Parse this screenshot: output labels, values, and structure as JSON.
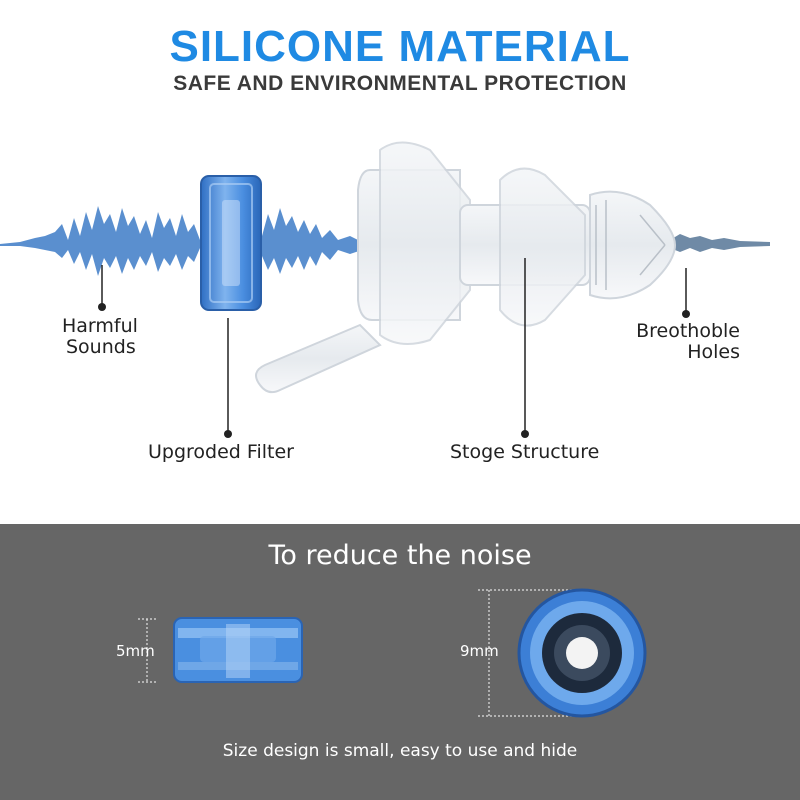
{
  "header": {
    "title": "SILICONE MATERIAL",
    "subtitle": "SAFE AND ENVIRONMENTAL PROTECTION"
  },
  "callouts": {
    "harmful_sounds": [
      "Harmful",
      "Sounds"
    ],
    "breathable_holes": [
      "Breothoble",
      "Holes"
    ],
    "upgraded_filter": "Upgroded Filter",
    "stage_structure": "Stoge Structure"
  },
  "bottom_panel": {
    "heading": "To reduce the noise",
    "filter_height": "5mm",
    "filter_diameter": "9mm",
    "caption": "Size design is small, easy to use and hide"
  },
  "colors": {
    "brand_blue": "#1f8ae3",
    "panel_gray": "#666666",
    "filter_blue": "#3a7fd0"
  }
}
